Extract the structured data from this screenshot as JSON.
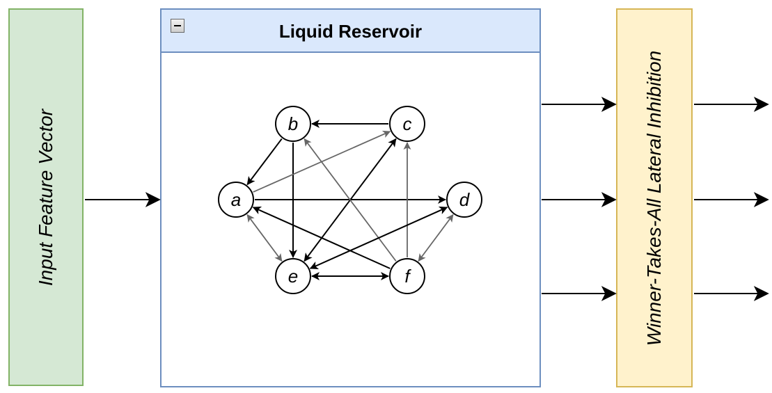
{
  "input": {
    "label": "Input Feature Vector"
  },
  "reservoir": {
    "title": "Liquid Reservoir",
    "nodes": {
      "a": "a",
      "b": "b",
      "c": "c",
      "d": "d",
      "e": "e",
      "f": "f"
    }
  },
  "output": {
    "label": "Winner-Takes-All Lateral Inhibition"
  },
  "colors": {
    "input_fill": "#d5e8d4",
    "input_border": "#82b366",
    "reservoir_header": "#dae8fc",
    "reservoir_border": "#6c8ebf",
    "output_fill": "#fff2cc",
    "output_border": "#d6b656",
    "edge_black": "#000000",
    "edge_gray": "#666666"
  },
  "edges": [
    {
      "from": "c",
      "to": "b",
      "color": "black",
      "dir": "forward"
    },
    {
      "from": "b",
      "to": "a",
      "color": "black",
      "dir": "forward"
    },
    {
      "from": "b",
      "to": "e",
      "color": "black",
      "dir": "forward"
    },
    {
      "from": "a",
      "to": "c",
      "color": "gray",
      "dir": "forward"
    },
    {
      "from": "a",
      "to": "d",
      "color": "black",
      "dir": "forward"
    },
    {
      "from": "a",
      "to": "e",
      "color": "gray",
      "dir": "both"
    },
    {
      "from": "f",
      "to": "a",
      "color": "black",
      "dir": "forward"
    },
    {
      "from": "e",
      "to": "c",
      "color": "black",
      "dir": "both"
    },
    {
      "from": "f",
      "to": "b",
      "color": "gray",
      "dir": "forward"
    },
    {
      "from": "f",
      "to": "c",
      "color": "gray",
      "dir": "forward"
    },
    {
      "from": "e",
      "to": "d",
      "color": "black",
      "dir": "both"
    },
    {
      "from": "e",
      "to": "f",
      "color": "black",
      "dir": "both"
    },
    {
      "from": "f",
      "to": "d",
      "color": "gray",
      "dir": "both"
    }
  ]
}
